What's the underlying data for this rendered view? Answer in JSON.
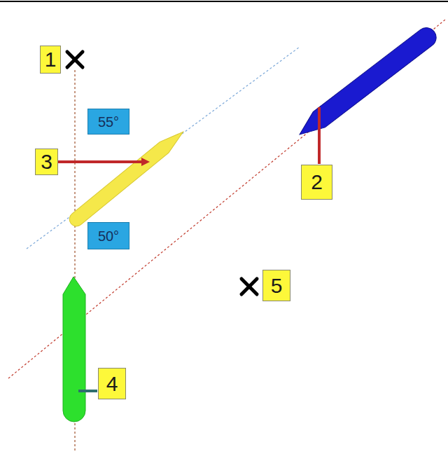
{
  "diagram": {
    "nodes": [
      {
        "text": [
          "1"
        ]
      },
      {
        "text": [
          "55°"
        ]
      },
      {
        "text": [
          "3"
        ]
      },
      {
        "text": [
          "2"
        ]
      },
      {
        "text": [
          "50°"
        ]
      },
      {
        "text": [
          "5"
        ]
      },
      {
        "text": [
          "4"
        ]
      }
    ]
  }
}
